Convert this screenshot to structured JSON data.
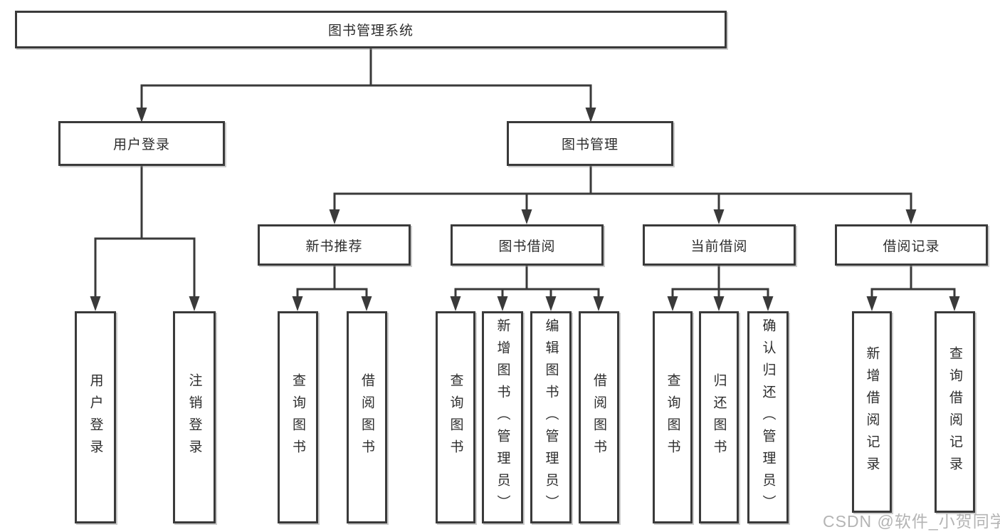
{
  "diagram": {
    "title": "图书管理系统",
    "watermark": "CSDN @软件_小贺同学",
    "colors": {
      "border": "#3a3a3a",
      "line": "#3a3a3a",
      "text": "#2d2d2d",
      "watermark_text": "#b4b4b4",
      "background": "#ffffff"
    },
    "nodes": {
      "root": {
        "label": "图书管理系统"
      },
      "user_login": {
        "label": "用户登录"
      },
      "book_management": {
        "label": "图书管理"
      },
      "new_book_recommend": {
        "label": "新书推荐"
      },
      "book_borrowing": {
        "label": "图书借阅"
      },
      "current_borrowing": {
        "label": "当前借阅"
      },
      "borrowing_records": {
        "label": "借阅记录"
      },
      "leaf_user_login": {
        "label": "用户登录"
      },
      "leaf_logout": {
        "label": "注销登录"
      },
      "leaf_query_books_1": {
        "label": "查询图书"
      },
      "leaf_borrow_books_1": {
        "label": "借阅图书"
      },
      "leaf_query_books_2": {
        "label": "查询图书"
      },
      "leaf_add_books_admin": {
        "label": "新增图书（管理员）"
      },
      "leaf_edit_books_admin": {
        "label": "编辑图书（管理员）"
      },
      "leaf_borrow_books_2": {
        "label": "借阅图书"
      },
      "leaf_query_books_3": {
        "label": "查询图书"
      },
      "leaf_return_books": {
        "label": "归还图书"
      },
      "leaf_confirm_return_admin": {
        "label": "确认归还（管理员）"
      },
      "leaf_add_borrow_record": {
        "label": "新增借阅记录"
      },
      "leaf_query_borrow_record": {
        "label": "查询借阅记录"
      }
    },
    "tree": {
      "图书管理系统": {
        "用户登录": [
          "用户登录",
          "注销登录"
        ],
        "图书管理": {
          "新书推荐": [
            "查询图书",
            "借阅图书"
          ],
          "图书借阅": [
            "查询图书",
            "新增图书（管理员）",
            "编辑图书（管理员）",
            "借阅图书"
          ],
          "当前借阅": [
            "查询图书",
            "归还图书",
            "确认归还（管理员）"
          ],
          "借阅记录": [
            "新增借阅记录",
            "查询借阅记录"
          ]
        }
      }
    }
  }
}
